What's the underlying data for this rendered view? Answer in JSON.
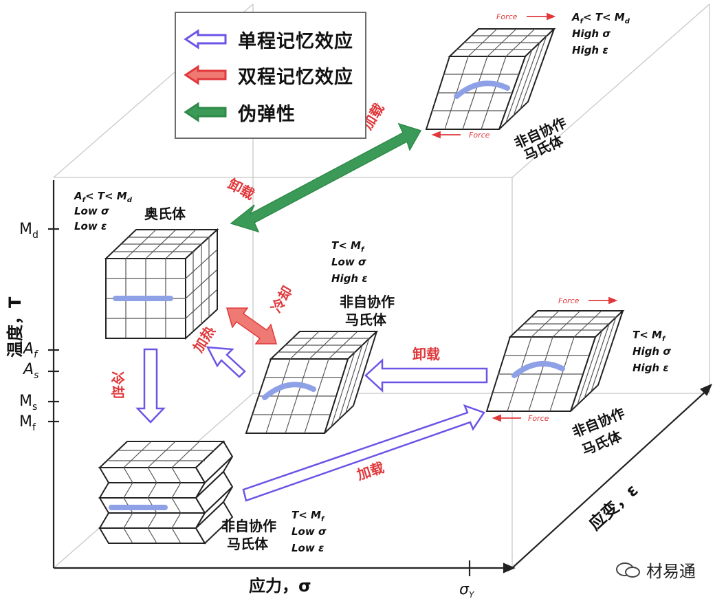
{
  "legend": [
    {
      "label": "单程记忆效应",
      "color": "#6b55e6",
      "fill": "#ffffff"
    },
    {
      "label": "双程记忆效应",
      "color": "#e0383b",
      "fill": "#ee7a73"
    },
    {
      "label": "伪弹性",
      "color": "#2e8a48",
      "fill": "#3c9a58"
    }
  ],
  "axes": {
    "temperature_label": "温度，T",
    "stress_label": "应力，σ",
    "strain_label": "应变，ε",
    "stress_tick": "σ",
    "stress_tick_sub": "Y",
    "temp_ticks": [
      {
        "main": "M",
        "sub": "d"
      },
      {
        "main": "A",
        "sub": "f"
      },
      {
        "main": "A",
        "sub": "s"
      },
      {
        "main": "M",
        "sub": "s"
      },
      {
        "main": "M",
        "sub": "f"
      }
    ]
  },
  "states": {
    "austenite": {
      "title": "奥氏体",
      "cond1": "A",
      "cond1_sub": "f",
      "cond1_rest": "< T< M",
      "cond1_sub2": "d",
      "cond2": "Low σ",
      "cond3": "Low ε"
    },
    "top": {
      "title1": "非自协作",
      "title2": "马氏体",
      "cond1": "A",
      "cond1_sub": "f",
      "cond1_rest": "< T< M",
      "cond1_sub2": "d",
      "cond2": "High σ",
      "cond3": "High ε",
      "force": "Force"
    },
    "middle": {
      "title1": "非自协作",
      "title2": "马氏体",
      "cond1": "T< M",
      "cond1_sub": "f",
      "cond2": "Low σ",
      "cond3": "High ε"
    },
    "right": {
      "title1": "非自协作",
      "title2": "马氏体",
      "cond1": "T< M",
      "cond1_sub": "f",
      "cond2": "High σ",
      "cond3": "High ε",
      "force": "Force"
    },
    "bottom": {
      "title1": "非自协作",
      "title2": "马氏体",
      "cond1": "T< M",
      "cond1_sub": "f",
      "cond2": "Low σ",
      "cond3": "Low ε"
    }
  },
  "arrow_labels": {
    "load_top": "加载",
    "unload_top": "卸载",
    "cool_mid": "冷却",
    "heat_mid": "加热",
    "cool_left": "冷却",
    "unload_mid": "卸载",
    "load_bottom": "加载"
  },
  "watermark": "材易通"
}
